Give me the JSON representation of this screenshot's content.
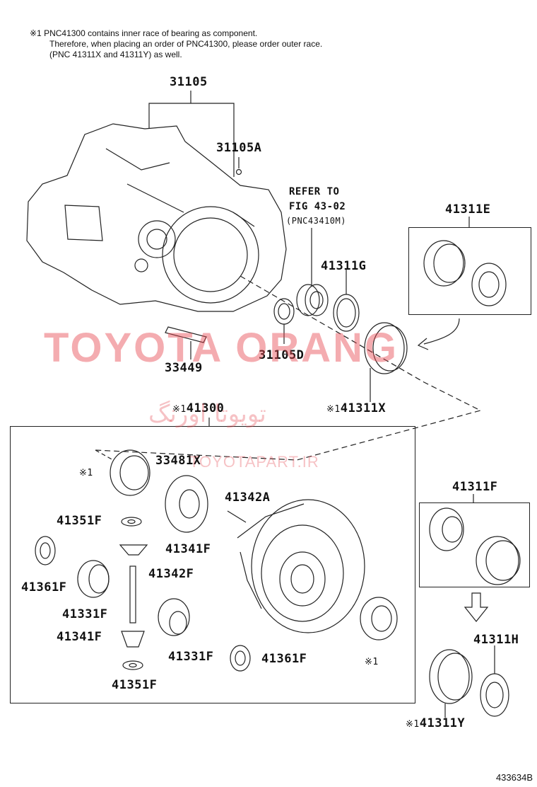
{
  "note": {
    "line1": "※1 PNC41300 contains inner race of bearing as component.",
    "line2": "Therefore, when placing an order of PNC41300, please order outer race.",
    "line3": "(PNC 41311X and 41311Y) as well."
  },
  "labels": {
    "p31105": "31105",
    "p31105A": "31105A",
    "refer1": "REFER TO",
    "refer2": "FIG 43-02",
    "refer3": "(PNC43410M)",
    "p41311E": "41311E",
    "p41311G": "41311G",
    "p31105D": "31105D",
    "p33449": "33449",
    "p41300": "41300",
    "p41311X": "41311X",
    "p33481X": "33481X",
    "p41342A": "41342A",
    "p41351F_a": "41351F",
    "p41341F_a": "41341F",
    "p41342F": "41342F",
    "p41361F_a": "41361F",
    "p41331F_a": "41331F",
    "p41341F_b": "41341F",
    "p41331F_b": "41331F",
    "p41361F_b": "41361F",
    "p41351F_b": "41351F",
    "p41311F": "41311F",
    "p41311H": "41311H",
    "p41311Y": "41311Y"
  },
  "marks": {
    "m1": "※1",
    "m2": "※1",
    "m3": "※1",
    "m4": "※1",
    "m5": "※1"
  },
  "watermark": {
    "brand": "TOYOTA ORANG",
    "persian": "تویوتا اورنگ",
    "url": "TOYOTAPART.IR"
  },
  "figure_code": "433634B"
}
